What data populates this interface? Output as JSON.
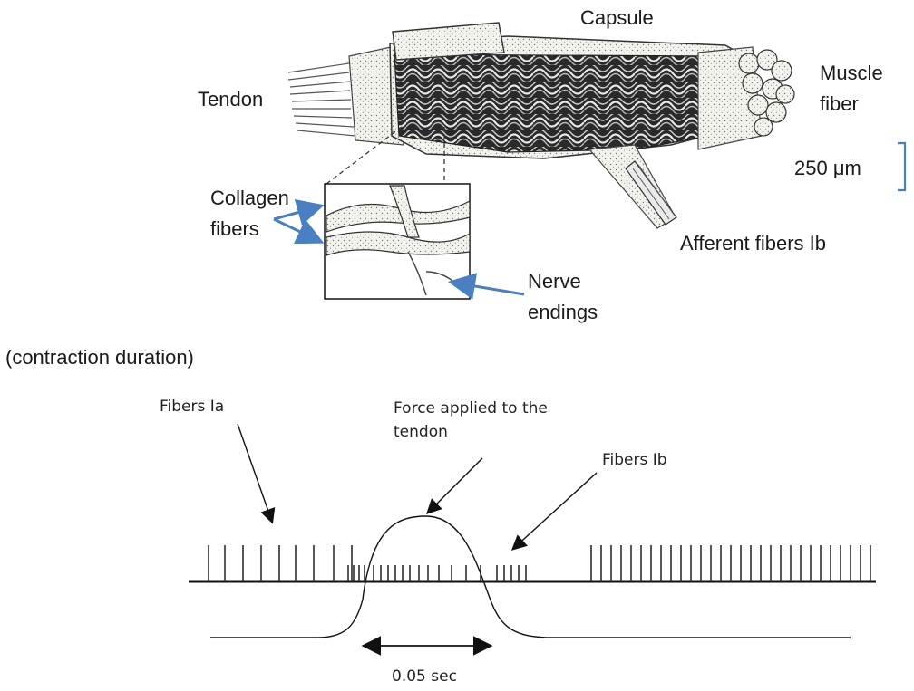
{
  "organ_labels": {
    "capsule": "Capsule",
    "tendon": "Tendon",
    "muscle_fiber_line1": "Muscle",
    "muscle_fiber_line2": "fiber",
    "scale": "250 μm",
    "collagen_line1": "Collagen",
    "collagen_line2": "fibers",
    "afferent": "Afferent fibers Ib",
    "nerve_line1": "Nerve",
    "nerve_line2": "endings"
  },
  "recording_labels": {
    "heading": "(contraction duration)",
    "fibers_ia": "Fibers Ia",
    "force_line1": "Force applied to the",
    "force_line2": "tendon",
    "fibers_ib": "Fibers Ib",
    "duration": "0.05 sec"
  },
  "colors": {
    "arrow_blue": "#4a7fc1",
    "ink": "#111111"
  }
}
